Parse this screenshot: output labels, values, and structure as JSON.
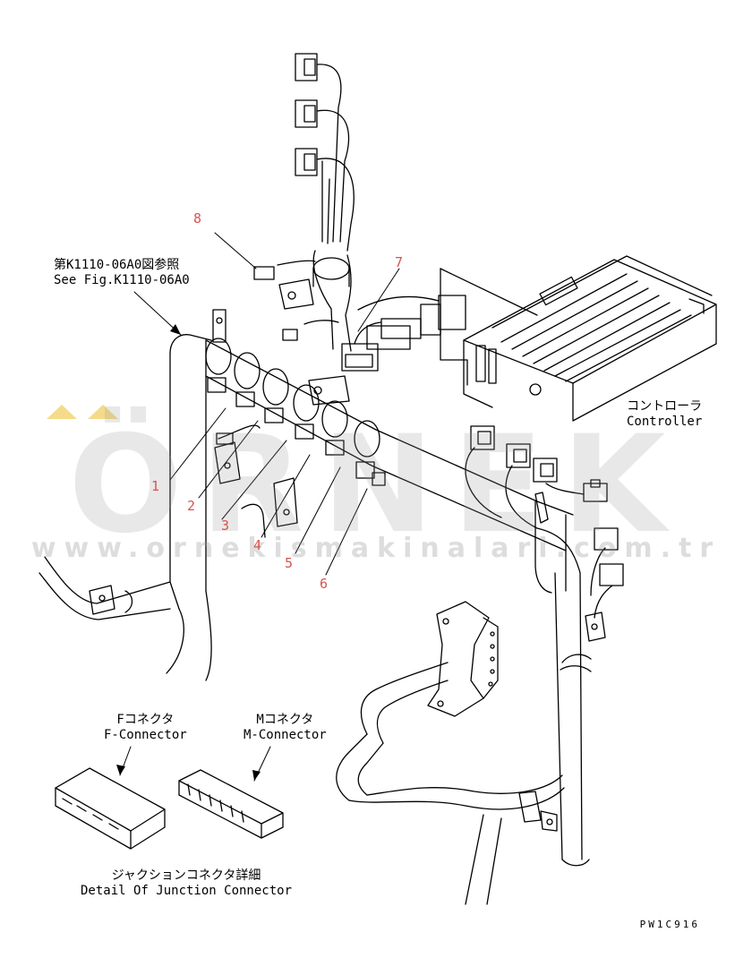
{
  "watermark": {
    "brand": "ÖRNEK",
    "url": "www.ornekismakinalari.com.tr"
  },
  "callouts": [
    "1",
    "2",
    "3",
    "4",
    "5",
    "6",
    "7",
    "8"
  ],
  "reference": {
    "jp": "第K1110-06A0図参照",
    "en": "See Fig.K1110-06A0"
  },
  "controller": {
    "jp": "コントローラ",
    "en": "Controller"
  },
  "f_connector": {
    "jp": "Fコネクタ",
    "en": "F-Connector"
  },
  "m_connector": {
    "jp": "Mコネクタ",
    "en": "M-Connector"
  },
  "junction_detail": {
    "jp": "ジャクションコネクタ詳細",
    "en": "Detail Of Junction Connector"
  },
  "drawing_code": "PW1C916"
}
